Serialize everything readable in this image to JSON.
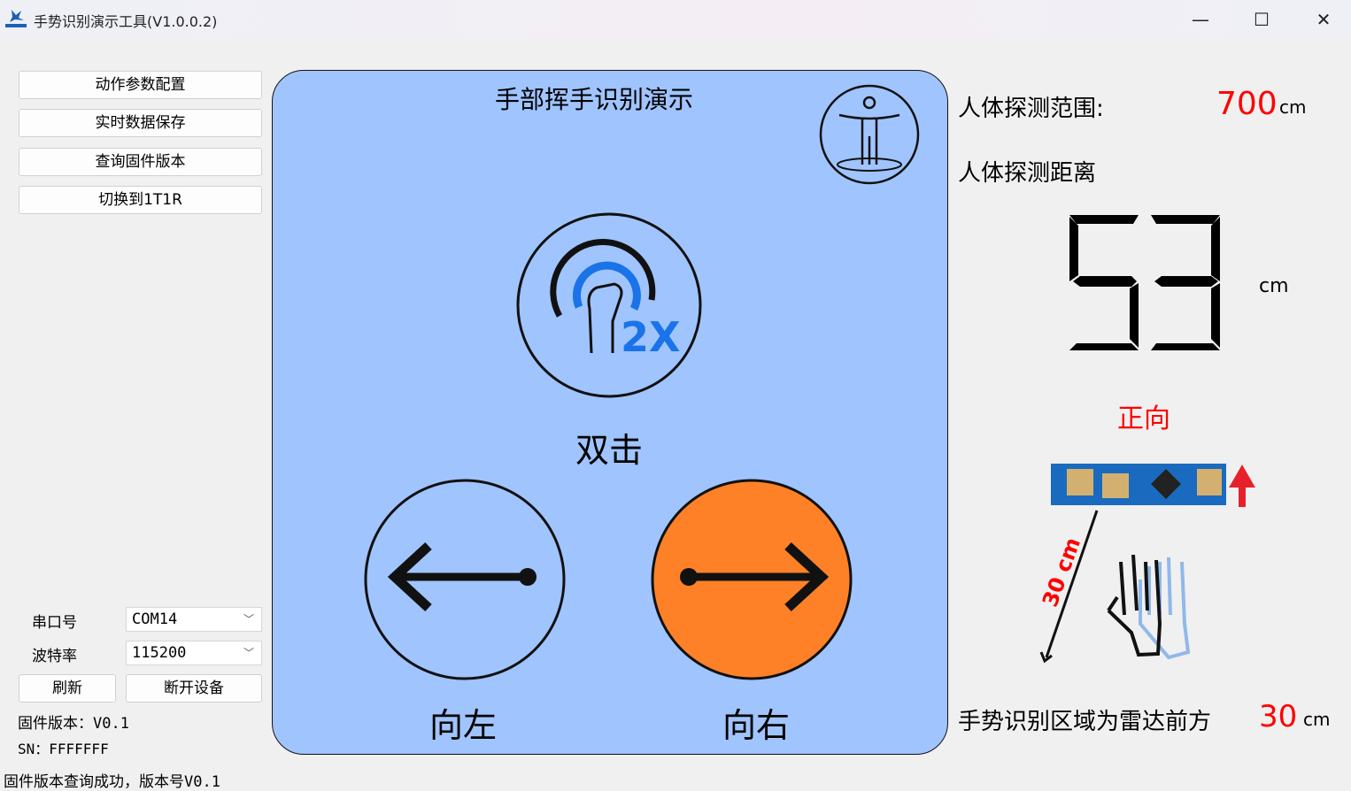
{
  "window": {
    "title": "手势识别演示工具(V1.0.0.2)",
    "minimize": "—",
    "maximize": "☐",
    "close": "✕"
  },
  "sidebar": {
    "buttons": [
      "动作参数配置",
      "实时数据保存",
      "查询固件版本",
      "切换到1T1R"
    ],
    "port_label": "串口号",
    "port_value": "COM14",
    "baud_label": "波特率",
    "baud_value": "115200",
    "refresh": "刷新",
    "disconnect": "断开设备",
    "firmware": "固件版本：V0.1",
    "sn": "SN：FFFFFFF"
  },
  "status": "固件版本查询成功，版本号V0.1",
  "panel": {
    "title": "手部挥手识别演示",
    "double_tap_badge": "2X",
    "double_tap": "双击",
    "left": "向左",
    "right": "向右",
    "active": "right"
  },
  "right": {
    "range_label": "人体探测范围:",
    "range_value": "700",
    "range_unit": "cm",
    "distance_label": "人体探测距离",
    "distance_value": "53",
    "distance_unit": "cm",
    "direction": "正向",
    "diagram_distance": "30 cm",
    "zone_label": "手势识别区域为雷达前方",
    "zone_value": "30",
    "zone_unit": "cm"
  },
  "colors": {
    "panel": "#a0c4fe",
    "active": "#fe8127",
    "accent": "#ff0000",
    "icon_blue": "#1a73e8"
  }
}
